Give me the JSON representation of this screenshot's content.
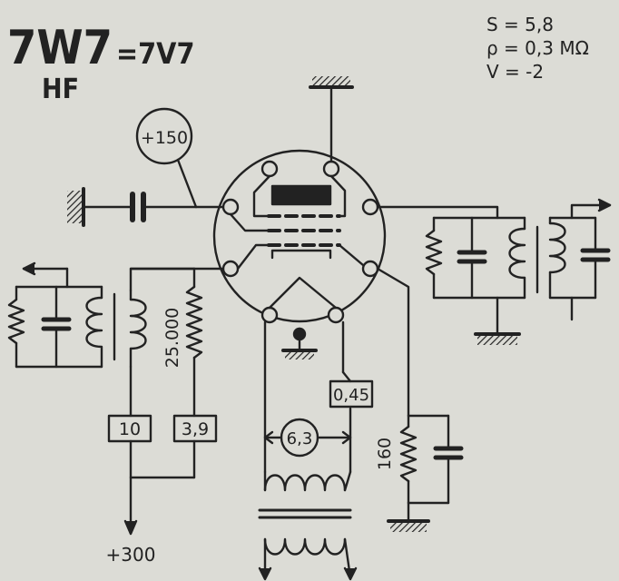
{
  "header": {
    "tube_type": "7W7",
    "equivalent": "=7V7",
    "function": "HF"
  },
  "characteristics": {
    "s": "S = 5,8",
    "rho": "ρ = 0,3 MΩ",
    "v": "V = -2"
  },
  "labels": {
    "screen_voltage": "+150",
    "resistor_25000": "25.000",
    "value_10": "10",
    "value_3_9": "3,9",
    "supply": "+300",
    "heater_voltage": "6,3",
    "heater_current": "0,45",
    "cathode_resistor": "160"
  },
  "colors": {
    "paper": "#dcdcd6",
    "ink": "#222222"
  }
}
